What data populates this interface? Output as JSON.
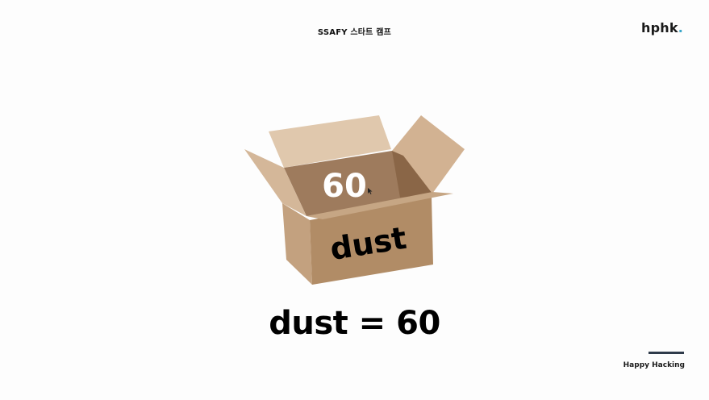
{
  "header": {
    "title": "SSAFY 스타트 캠프"
  },
  "logo": {
    "text": "hphk",
    "dot": "."
  },
  "box": {
    "value_label": "60",
    "name_label": "dust"
  },
  "equation": {
    "text": "dust = 60"
  },
  "footer": {
    "text": "Happy Hacking"
  },
  "colors": {
    "accent": "#3aa6c9",
    "footer_line": "#2f3b4a",
    "box_outer": "#b18c66",
    "box_left": "#c3a17f",
    "box_inner": "#9e7b5d",
    "flap_light": "#e0c8ad"
  }
}
